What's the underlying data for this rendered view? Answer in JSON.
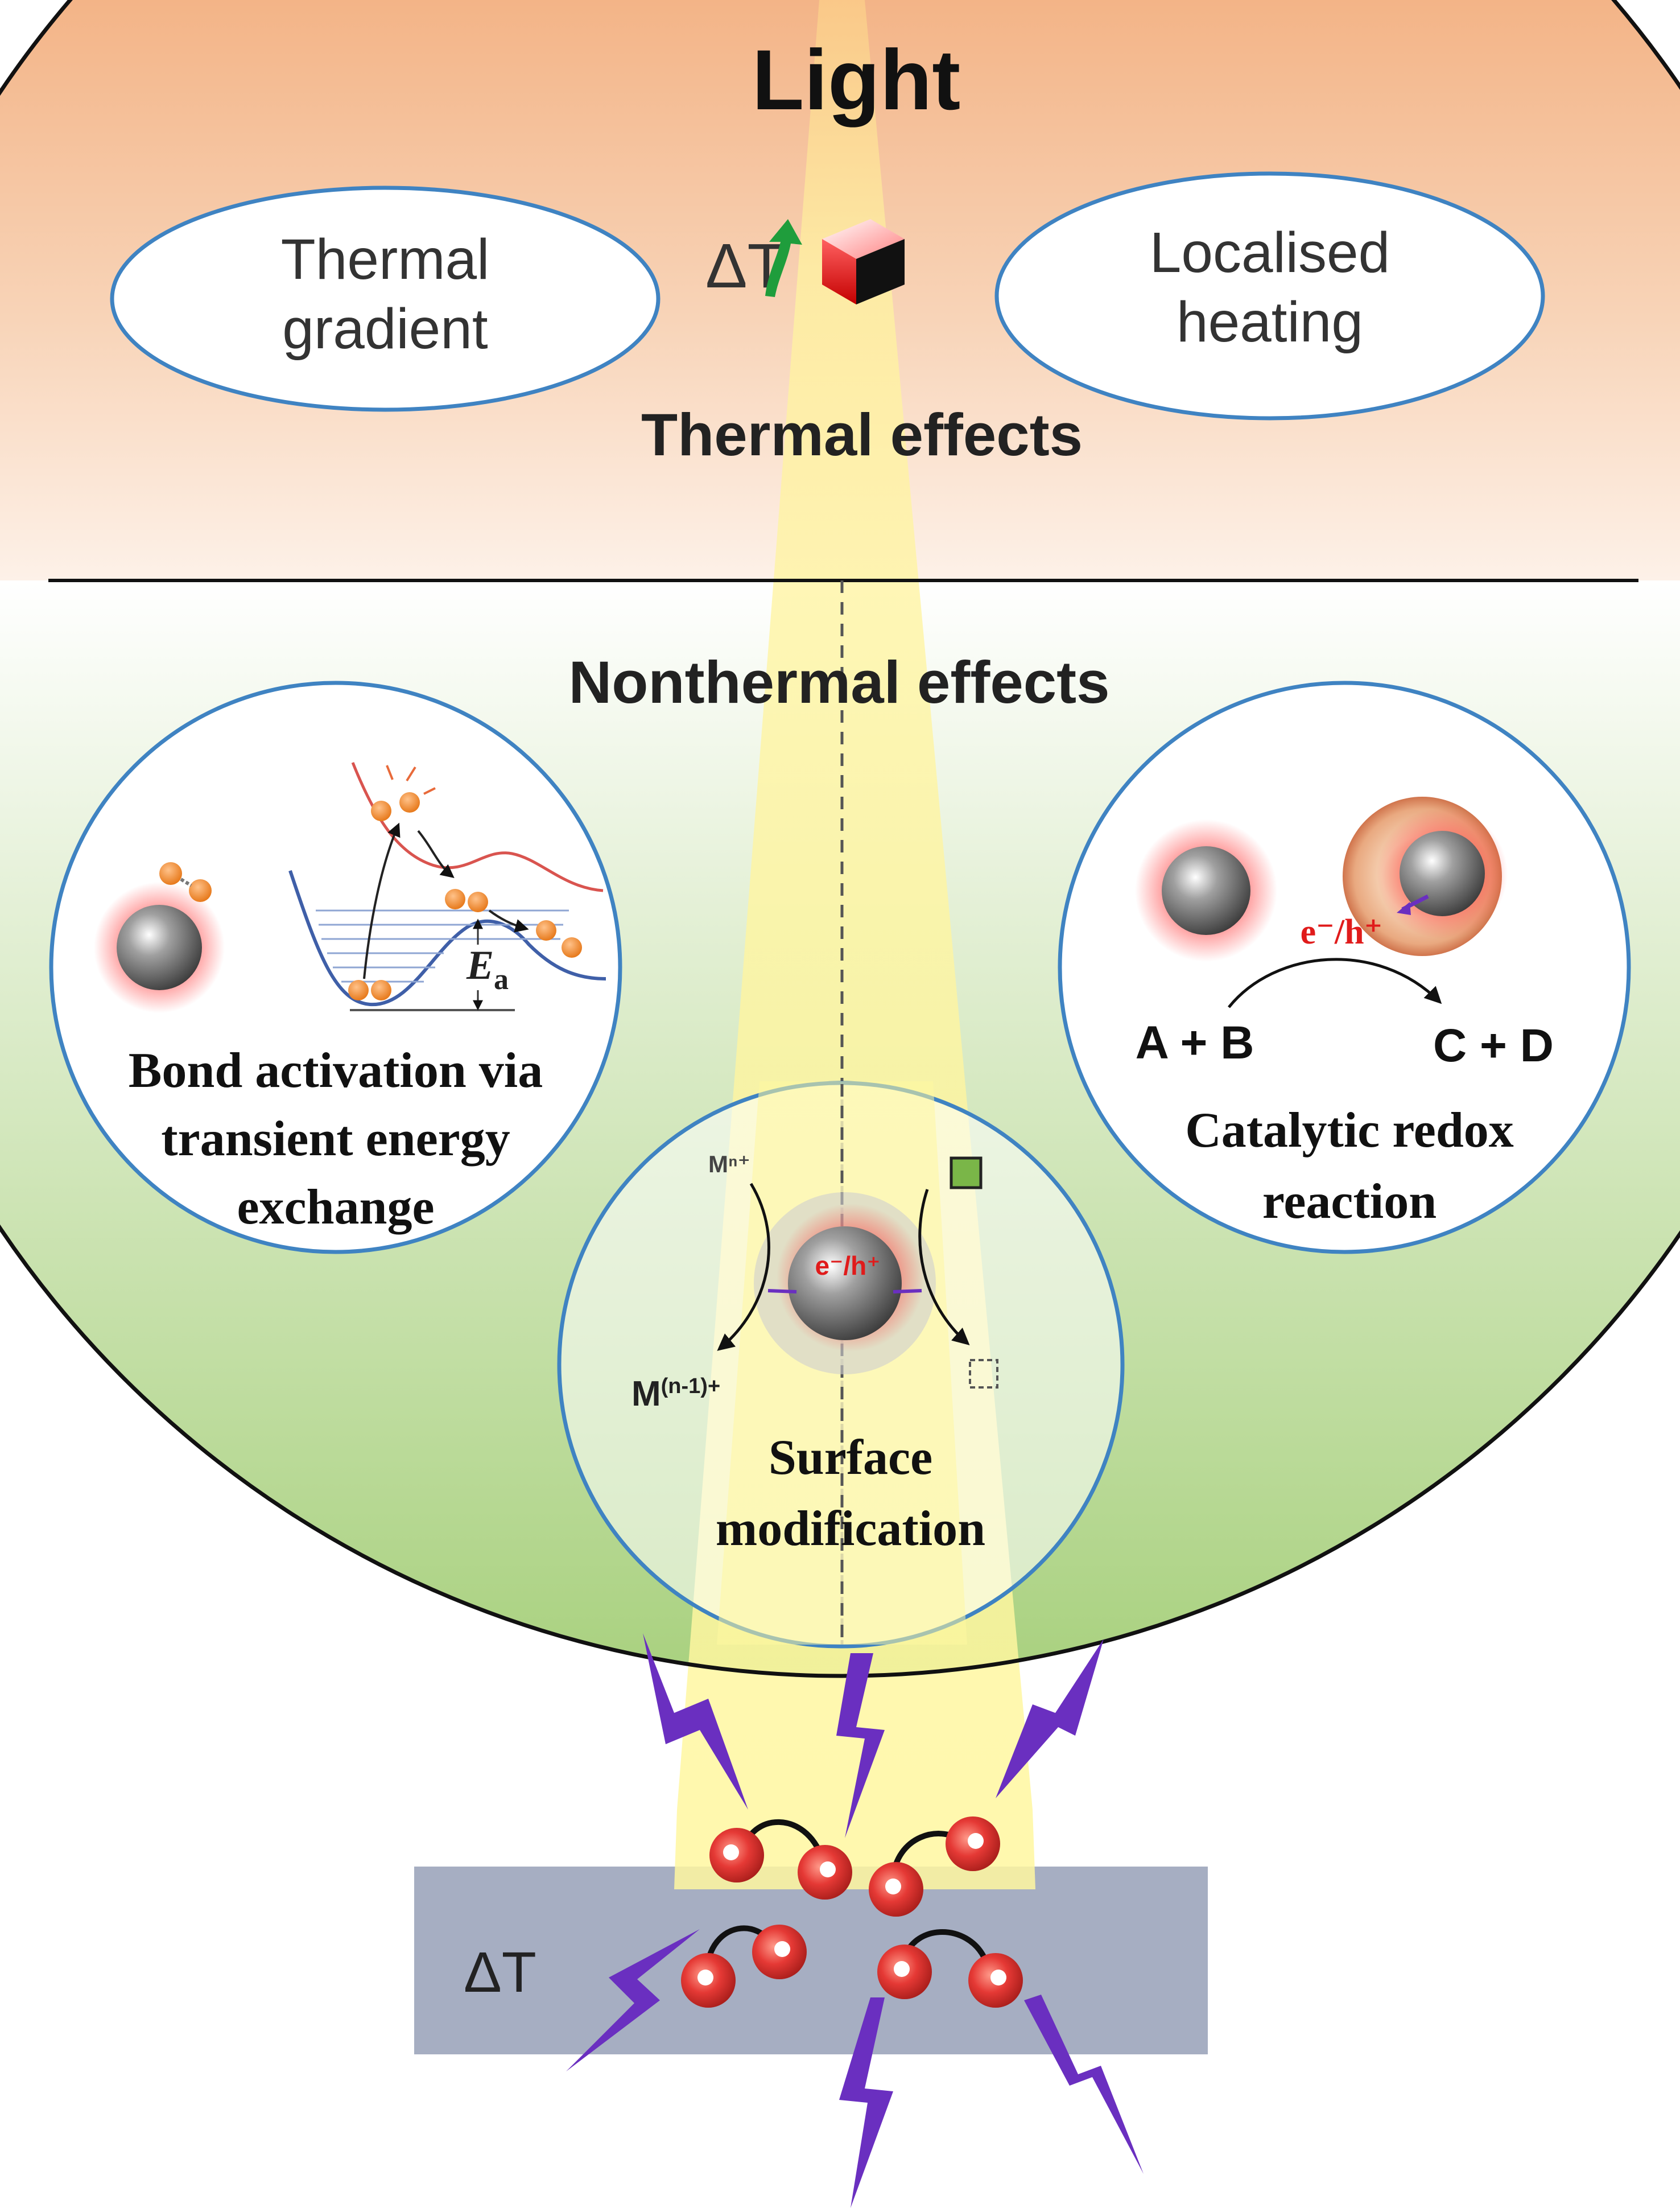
{
  "top": {
    "light_label": "Light",
    "delta_t_top": "ΔT",
    "thermal_gradient_line1": "Thermal",
    "thermal_gradient_line2": "gradient",
    "localised_heating_line1": "Localised",
    "localised_heating_line2": "heating",
    "thermal_effects_label": "Thermal effects"
  },
  "bottom": {
    "nonthermal_effects_label": "Nonthermal effects",
    "bond": {
      "ea_symbol": "E",
      "ea_subscript": "a",
      "label_line1": "Bond activation via",
      "label_line2": "transient energy",
      "label_line3": "exchange"
    },
    "redox": {
      "charge_label": "e⁻/h⁺",
      "reactants": "A + B",
      "products": "C + D",
      "label_line1": "Catalytic redox",
      "label_line2": "reaction"
    },
    "surface": {
      "metal_in": "Mⁿ⁺",
      "metal_out_base": "M",
      "metal_out_sup": "(n-1)+",
      "charge_label": "e⁻/h⁺",
      "label_line1": "Surface",
      "label_line2": "modification"
    }
  },
  "substrate": {
    "delta_t_label": "ΔT"
  },
  "colors": {
    "circle_stroke": "#111111",
    "sub_circle_stroke": "#3f83c2",
    "top_gradient_top": "#f3b487",
    "top_gradient_bottom": "#fdf1e8",
    "bottom_gradient_top": "#ffffff",
    "bottom_gradient_bottom": "#a9d17f",
    "beam": "#fff7a0",
    "lightning": "#6a2fc0",
    "particle": "#8a8a8a",
    "atom_red": "#e53935",
    "atom_orange": "#f08a2a",
    "substrate": "#8893ad",
    "arrow_green": "#1f9d3c",
    "surface_square": "#7ab648"
  }
}
